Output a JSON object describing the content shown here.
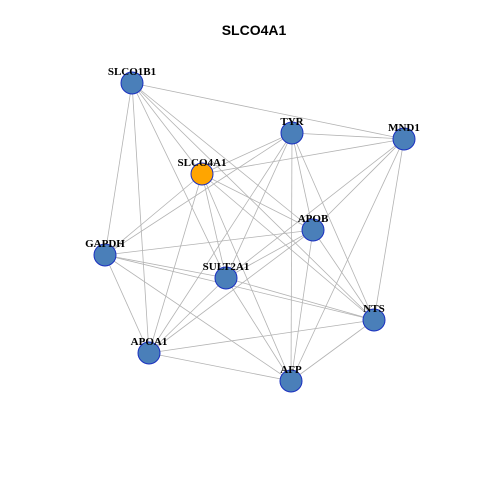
{
  "title": "SLCO4A1",
  "colors": {
    "background": "#ffffff",
    "edge": "#b3b3b3",
    "node_default": "#4a7fb9",
    "node_highlight": "#ffa500",
    "node_border": "#1a2fc0",
    "label": "#000000"
  },
  "graph": {
    "nodes": [
      {
        "id": "SLCO1B1",
        "label": "SLCO1B1",
        "highlight": false
      },
      {
        "id": "TYR",
        "label": "TYR",
        "highlight": false
      },
      {
        "id": "MND1",
        "label": "MND1",
        "highlight": false
      },
      {
        "id": "SLCO4A1",
        "label": "SLCO4A1",
        "highlight": true
      },
      {
        "id": "APOB",
        "label": "APOB",
        "highlight": false
      },
      {
        "id": "GAPDH",
        "label": "GAPDH",
        "highlight": false
      },
      {
        "id": "SULT2A1",
        "label": "SULT2A1",
        "highlight": false
      },
      {
        "id": "NTS",
        "label": "NTS",
        "highlight": false
      },
      {
        "id": "APOA1",
        "label": "APOA1",
        "highlight": false
      },
      {
        "id": "AFP",
        "label": "AFP",
        "highlight": false
      }
    ],
    "edges": [
      [
        "SLCO1B1",
        "MND1"
      ],
      [
        "SLCO1B1",
        "SLCO4A1"
      ],
      [
        "SLCO1B1",
        "APOB"
      ],
      [
        "SLCO1B1",
        "GAPDH"
      ],
      [
        "SLCO1B1",
        "SULT2A1"
      ],
      [
        "SLCO1B1",
        "APOA1"
      ],
      [
        "SLCO1B1",
        "NTS"
      ],
      [
        "TYR",
        "MND1"
      ],
      [
        "TYR",
        "SLCO4A1"
      ],
      [
        "TYR",
        "GAPDH"
      ],
      [
        "TYR",
        "SULT2A1"
      ],
      [
        "TYR",
        "APOA1"
      ],
      [
        "TYR",
        "AFP"
      ],
      [
        "TYR",
        "NTS"
      ],
      [
        "TYR",
        "APOB"
      ],
      [
        "MND1",
        "SLCO4A1"
      ],
      [
        "MND1",
        "APOB"
      ],
      [
        "MND1",
        "SULT2A1"
      ],
      [
        "MND1",
        "NTS"
      ],
      [
        "MND1",
        "AFP"
      ],
      [
        "SLCO4A1",
        "GAPDH"
      ],
      [
        "SLCO4A1",
        "APOB"
      ],
      [
        "SLCO4A1",
        "SULT2A1"
      ],
      [
        "SLCO4A1",
        "NTS"
      ],
      [
        "SLCO4A1",
        "AFP"
      ],
      [
        "SLCO4A1",
        "APOA1"
      ],
      [
        "APOB",
        "GAPDH"
      ],
      [
        "APOB",
        "SULT2A1"
      ],
      [
        "APOB",
        "APOA1"
      ],
      [
        "APOB",
        "AFP"
      ],
      [
        "APOB",
        "NTS"
      ],
      [
        "GAPDH",
        "SULT2A1"
      ],
      [
        "GAPDH",
        "APOA1"
      ],
      [
        "GAPDH",
        "NTS"
      ],
      [
        "GAPDH",
        "AFP"
      ],
      [
        "SULT2A1",
        "NTS"
      ],
      [
        "SULT2A1",
        "APOA1"
      ],
      [
        "SULT2A1",
        "AFP"
      ],
      [
        "NTS",
        "APOA1"
      ],
      [
        "NTS",
        "AFP"
      ],
      [
        "APOA1",
        "AFP"
      ]
    ]
  }
}
